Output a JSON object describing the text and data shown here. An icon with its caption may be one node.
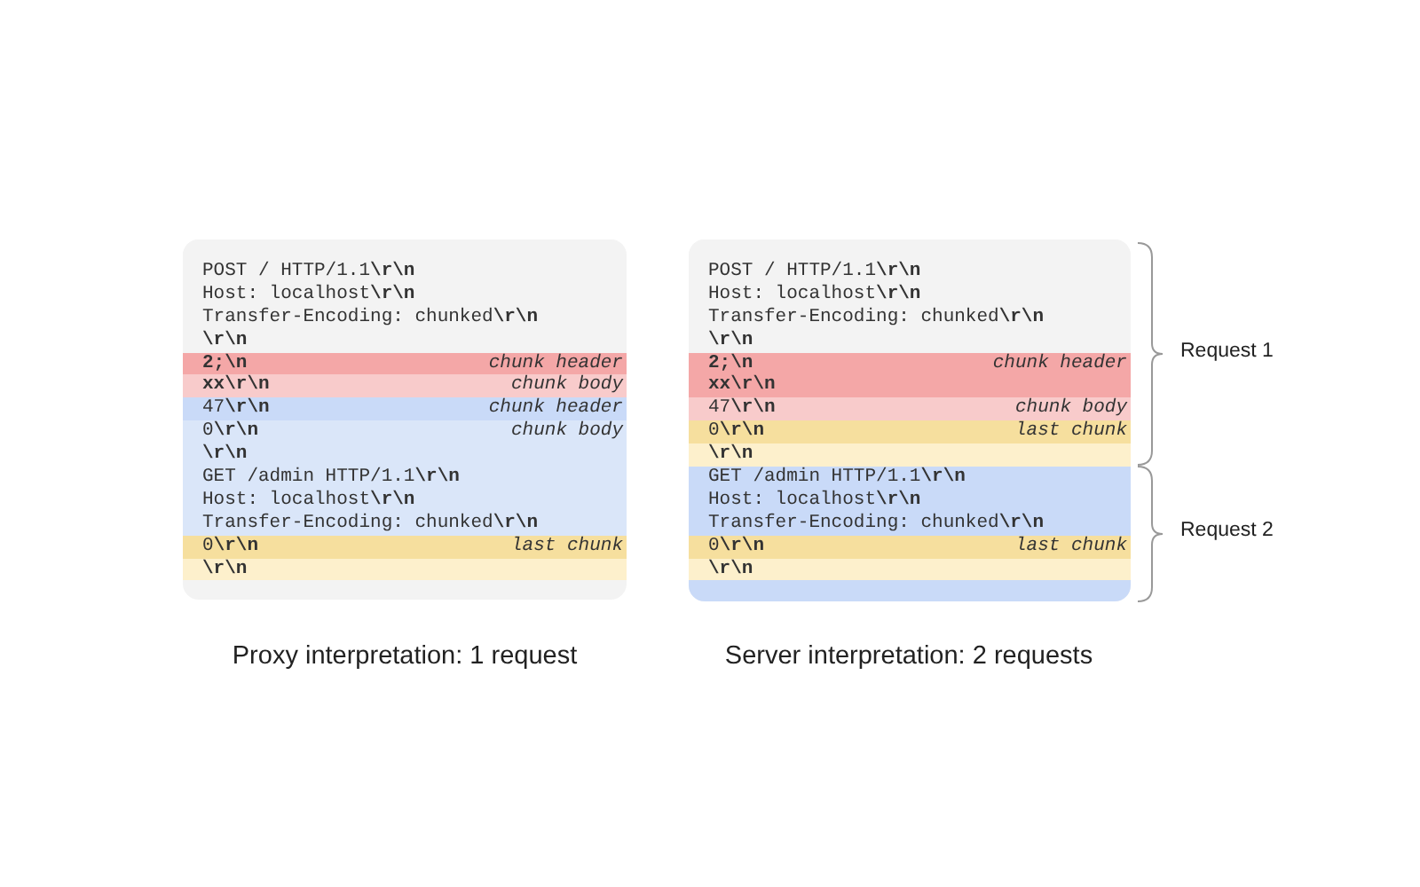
{
  "diagram": {
    "nodes": [
      {
        "text": [],
        "shape": "box",
        "beside": [
          "Proxy interpretation: 1 request"
        ]
      },
      {
        "text": [
          "POST / HTTP/1.1**\\r\\n**",
          "Host: localhost**\\r\\n**",
          "Transfer-Encoding: chunked**\\r\\n**",
          "**\\r\\n**"
        ],
        "in": 0
      },
      {
        "text": [
          "**2;\\n**",
          "chunk header"
        ],
        "in": 0
      },
      {
        "text": [
          "**xx\\r\\n**",
          "chunk body"
        ],
        "in": 0
      },
      {
        "text": [
          "47**\\r\\n**",
          "chunk header"
        ],
        "in": 0
      },
      {
        "text": [
          "0**\\r\\n**",
          "chunk body",
          "**\\r\\n**",
          "GET /admin HTTP/1.1**\\r\\n**",
          "Host: localhost**\\r\\n**",
          "Transfer-Encoding: chunked**\\r\\n**"
        ],
        "in": 0
      },
      {
        "text": [
          "0**\\r\\n**",
          "last chunk"
        ],
        "in": 0
      },
      {
        "text": [
          "**\\r\\n**"
        ],
        "in": 0
      },
      {
        "text": [],
        "shape": "box",
        "beside": [
          "Server interpretation: 2 requests"
        ]
      },
      {
        "text": [
          "POST / HTTP/1.1**\\r\\n**",
          "Host: localhost**\\r\\n**",
          "Transfer-Encoding: chunked**\\r\\n**",
          "**\\r\\n**"
        ],
        "in": 8
      },
      {
        "text": [
          "**2;\\n**",
          "chunk header",
          "**xx\\r\\n**"
        ],
        "in": 8
      },
      {
        "text": [
          "47**\\r\\n**",
          "chunk body"
        ],
        "in": 8
      },
      {
        "text": [
          "0**\\r\\n**",
          "last chunk"
        ],
        "in": 8
      },
      {
        "text": [
          "**\\r\\n**"
        ],
        "in": 8
      },
      {
        "text": [
          "GET /admin HTTP/1.1**\\r\\n**",
          "Host: localhost**\\r\\n**",
          "Transfer-Encoding: chunked**\\r\\n**"
        ],
        "in": 8
      },
      {
        "text": [
          "0**\\r\\n**",
          "last chunk"
        ],
        "in": 8
      },
      {
        "text": [
          "**\\r\\n**"
        ],
        "in": 8
      },
      {
        "text": [],
        "shape": "bar",
        "in": 8
      }
    ],
    "edges": [],
    "labels": [
      "Request 1",
      "Request 2"
    ]
  }
}
